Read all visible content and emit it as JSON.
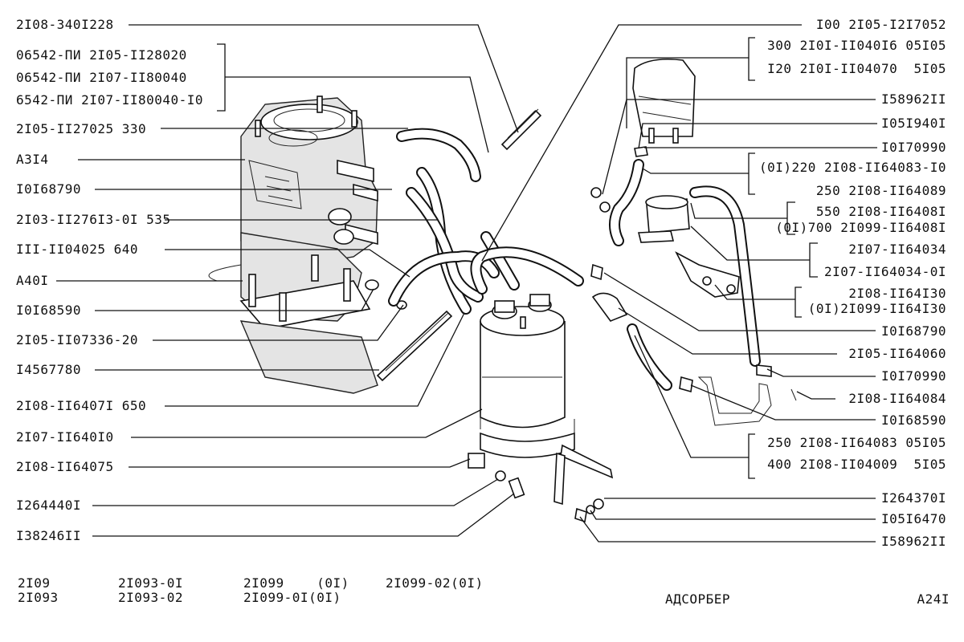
{
  "left_labels": [
    "2I08-340I228",
    "06542-ПИ 2I05-II28020",
    "06542-ПИ 2I07-II80040",
    "6542-ПИ 2I07-II80040-I0",
    "2I05-II27025 330",
    "A3I4",
    "I0I68790",
    "2I03-II276I3-0I 535",
    "III-II04025 640",
    "A40I",
    "I0I68590",
    "2I05-II07336-20",
    "I4567780",
    "2I08-II6407I 650",
    "2I07-II640I0",
    "2I08-II64075",
    "I264440I",
    "I38246II"
  ],
  "right_labels": [
    "I00 2I05-I2I7052",
    "300 2I0I-II040I6 05I05",
    "I20 2I0I-II04070  5I05",
    "I58962II",
    "I05I940I",
    "I0I70990",
    "(0I)220 2I08-II64083-I0",
    "250 2I08-II64089",
    "550 2I08-II6408I",
    "(0I)700 2I099-II6408I",
    "2I07-II64034",
    "2I07-II64034-0I",
    "2I08-II64I30",
    "(0I)2I099-II64I30",
    "I0I68790",
    "2I05-II64060",
    "I0I70990",
    "2I08-II64084",
    "I0I68590",
    "250 2I08-II64083 05I05",
    "400 2I08-II04009  5I05",
    "I264370I",
    "I05I6470",
    "I58962II"
  ],
  "models": [
    "2I09",
    "2I093",
    "2I093-0I",
    "2I093-02",
    "2I099    (0I)",
    "2I099-0I(0I)",
    "2I099-02(0I)"
  ],
  "title": "АДСОРБЕР",
  "page_code": "A24I"
}
